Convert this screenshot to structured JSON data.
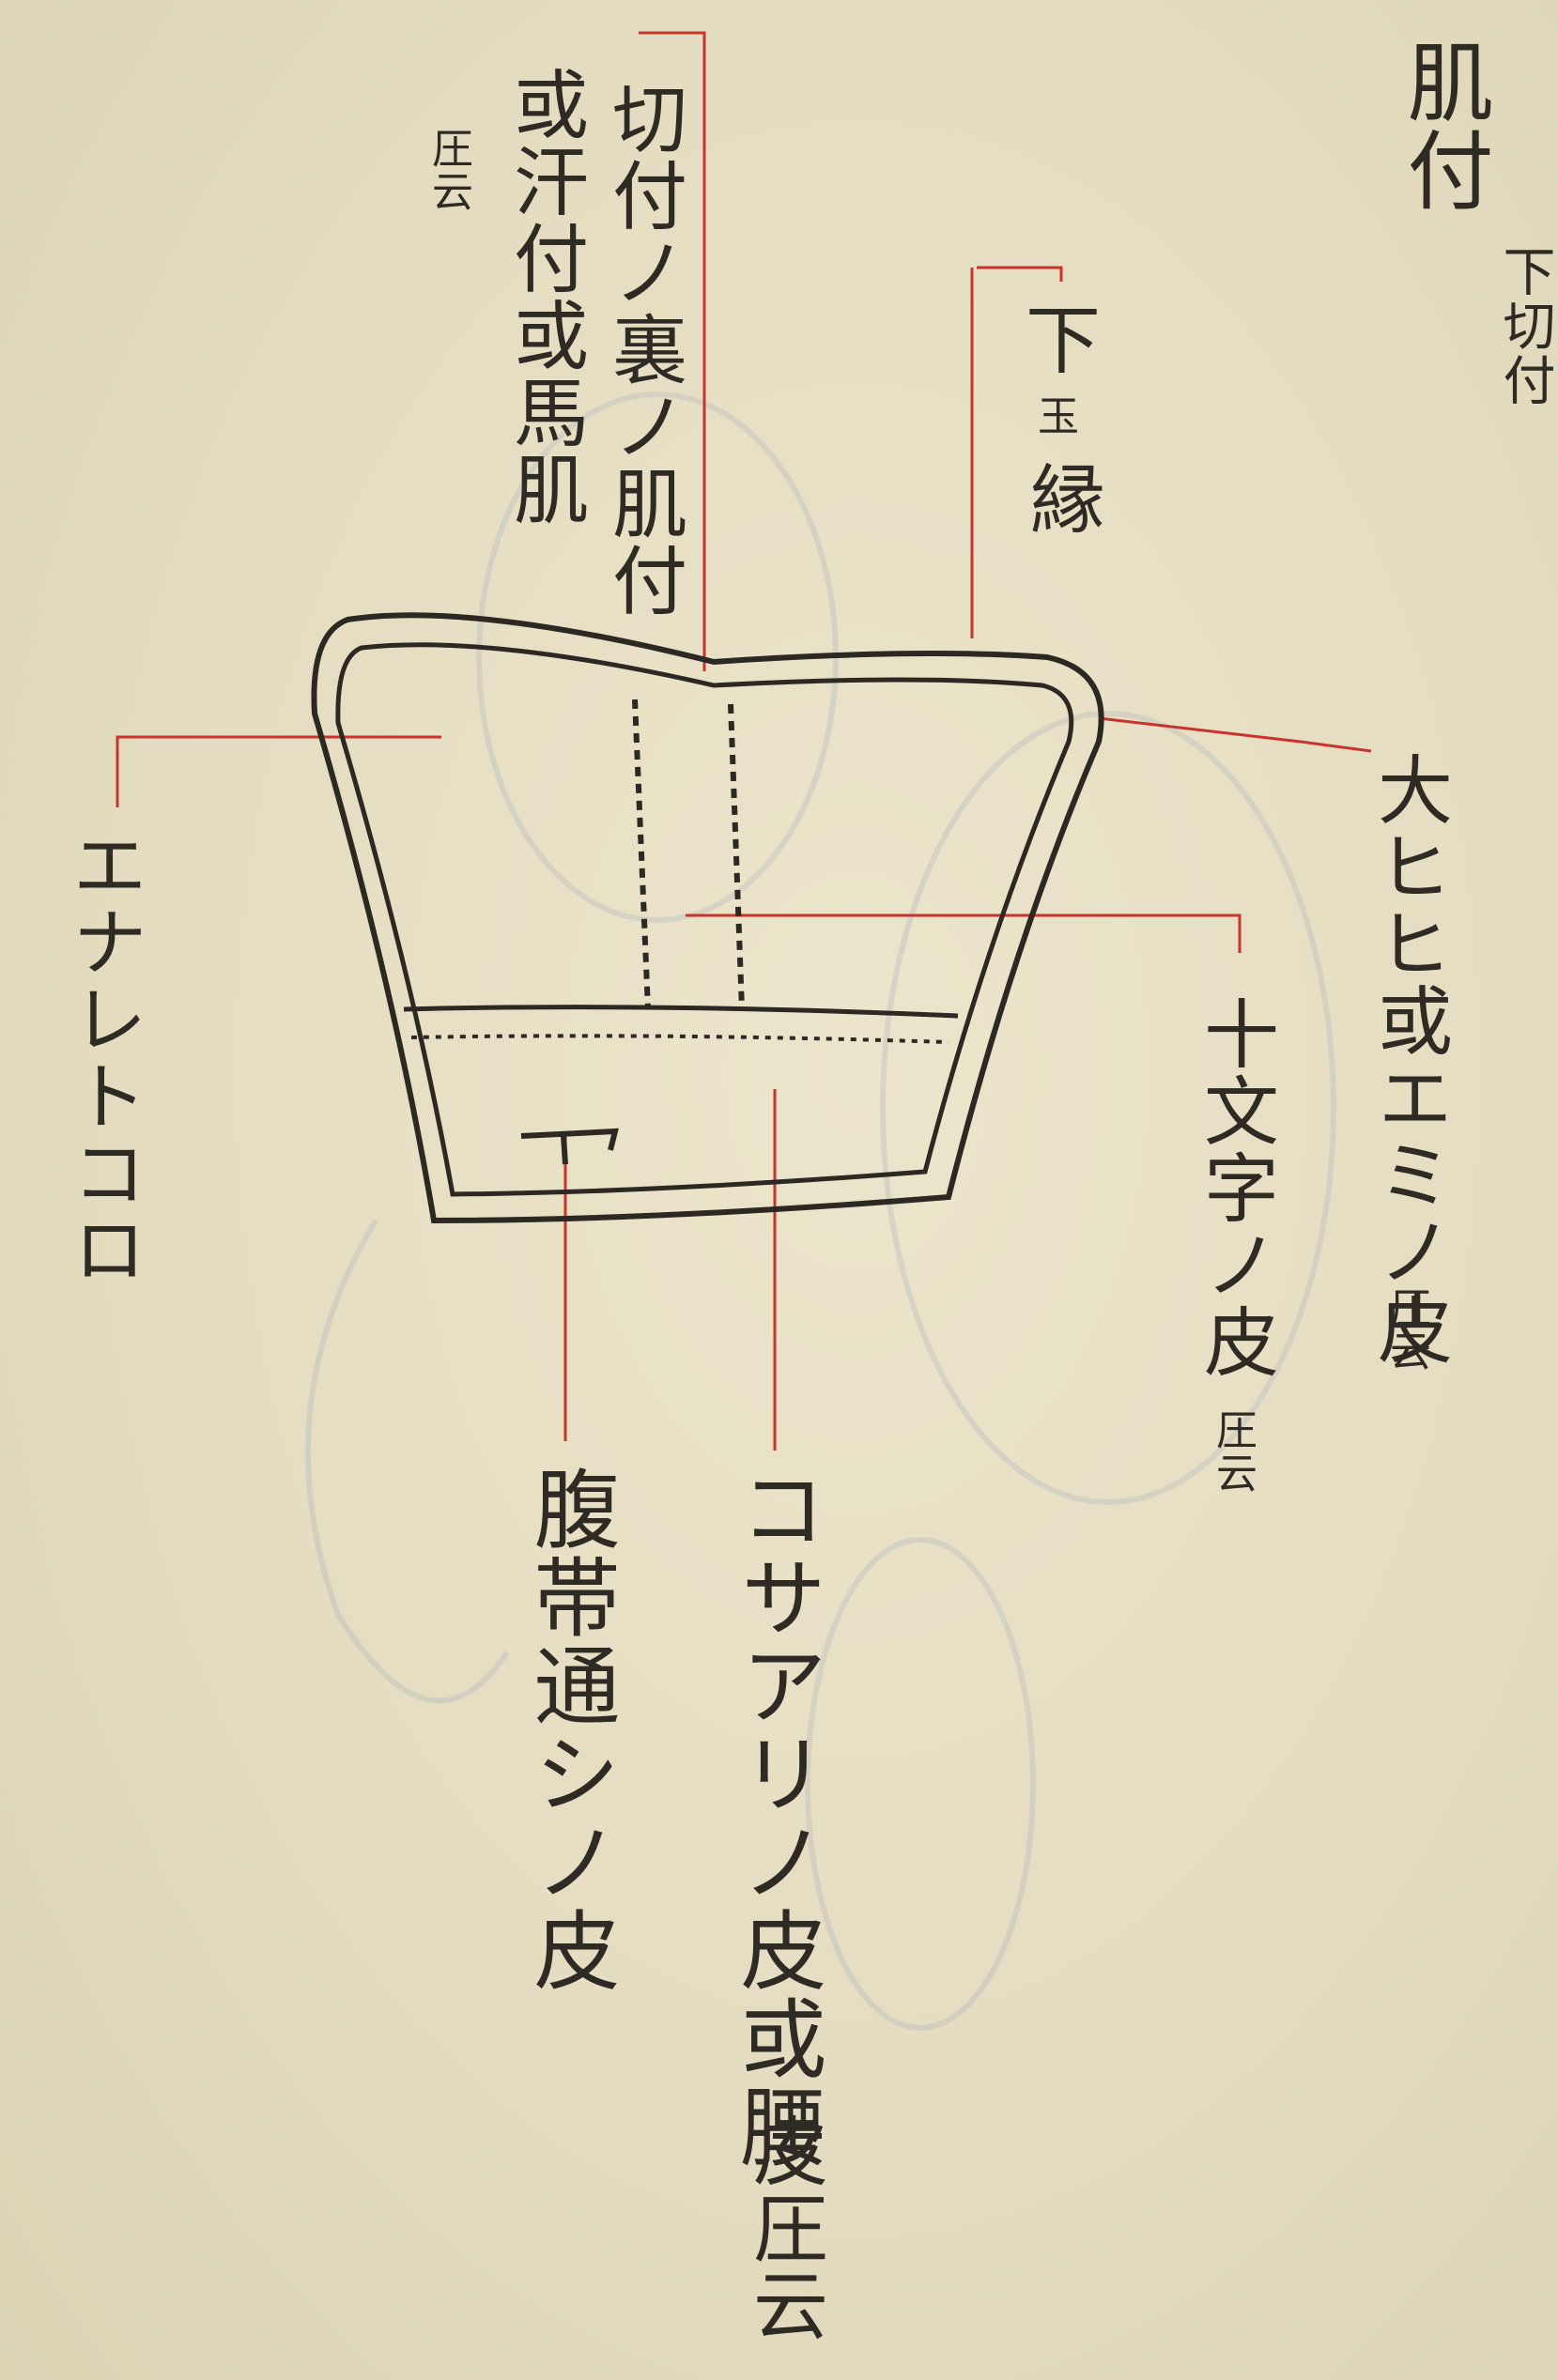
{
  "title": {
    "main": "肌付",
    "sub": "下切付"
  },
  "labels": {
    "shita_tama_buchi": {
      "a": "下",
      "b": "玉",
      "c": "縁"
    },
    "kiritsuke_ura": "切付ノ裏ノ肌付",
    "ase_tsuke": "或汗付或馬肌",
    "ase_tsuke_suffix": "圧云",
    "enari_tokoro": "エナレトコロ",
    "ohihi": "大ヒヒ或エミノ皮",
    "ohihi_suffix": "圧云",
    "jumonji": "十文字ノ皮",
    "jumonji_suffix": "圧云",
    "harao_toshi": "腹帯通シノ皮",
    "kosagari": "コサアリノ皮或腰",
    "kosagari_line2": "皮圧云"
  }
}
